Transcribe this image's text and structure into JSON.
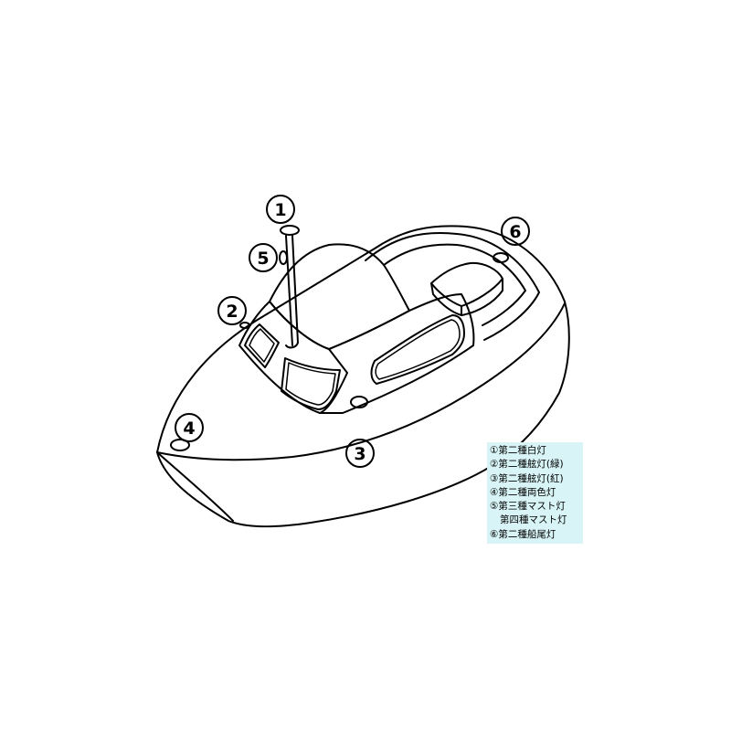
{
  "callouts": {
    "c1": "1",
    "c2": "2",
    "c3": "3",
    "c4": "4",
    "c5": "5",
    "c6": "6"
  },
  "legend": {
    "items": [
      "①第二種白灯",
      "②第二種舷灯(緑)",
      "③第二種舷灯(紅)",
      "④第二種両色灯",
      "⑤第三種マスト灯",
      "第四種マスト灯",
      "⑥第二種船尾灯"
    ]
  },
  "colors": {
    "legend_background": "#d8f4f7",
    "line": "#000000"
  }
}
